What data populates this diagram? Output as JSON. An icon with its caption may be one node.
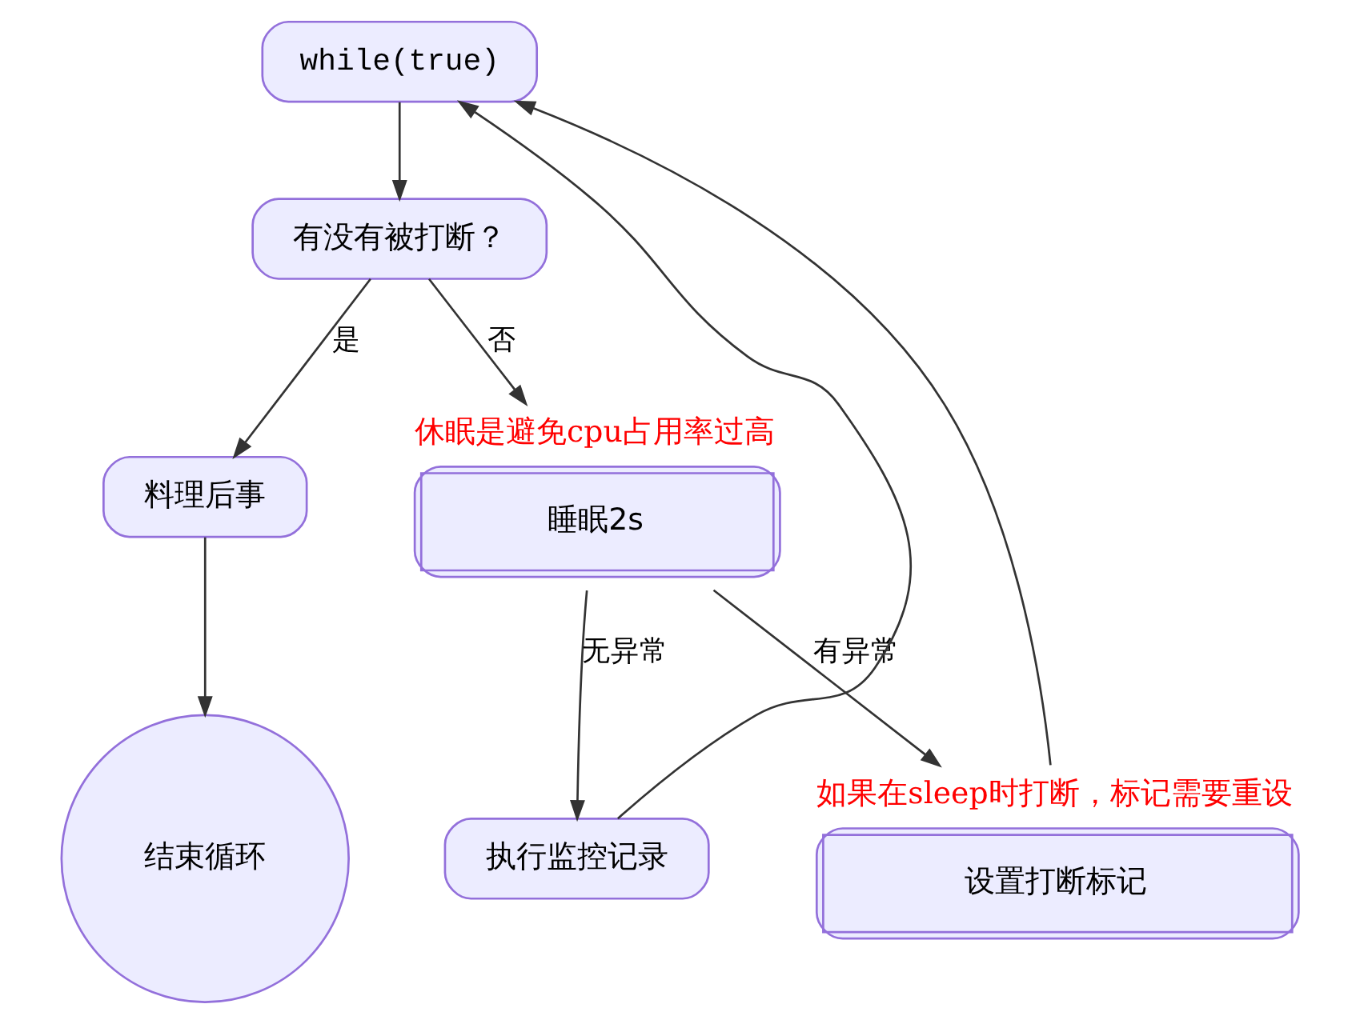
{
  "diagram": {
    "nodes": [
      {
        "text": [
          "while(true)"
        ]
      },
      {
        "text": [
          "有没有被打断？"
        ]
      },
      {
        "text": [
          "料理后事"
        ]
      },
      {
        "text": [
          "睡眠2s"
        ],
        "beside": [
          "休眠是避免cpu占用率过高"
        ]
      },
      {
        "text": [
          "结束循环"
        ]
      },
      {
        "text": [
          "执行监控记录"
        ]
      },
      {
        "text": [
          "设置打断标记"
        ],
        "beside": [
          "如果在sleep时打断，标记需要重设"
        ]
      }
    ],
    "edges": [
      {
        "from": 0,
        "to": 1,
        "arrow": "to"
      },
      {
        "from": 1,
        "to": 2,
        "arrow": "to",
        "label": "是"
      },
      {
        "from": 1,
        "to": 3,
        "arrow": "to",
        "label": "否"
      },
      {
        "from": 2,
        "to": 4,
        "arrow": "to"
      },
      {
        "from": 3,
        "to": 5,
        "arrow": "to",
        "label": "无异常"
      },
      {
        "from": 3,
        "to": 6,
        "arrow": "to",
        "label": "有异常"
      },
      {
        "from": 5,
        "to": 0,
        "arrow": "to"
      },
      {
        "from": 6,
        "to": 0,
        "arrow": "to"
      }
    ]
  }
}
